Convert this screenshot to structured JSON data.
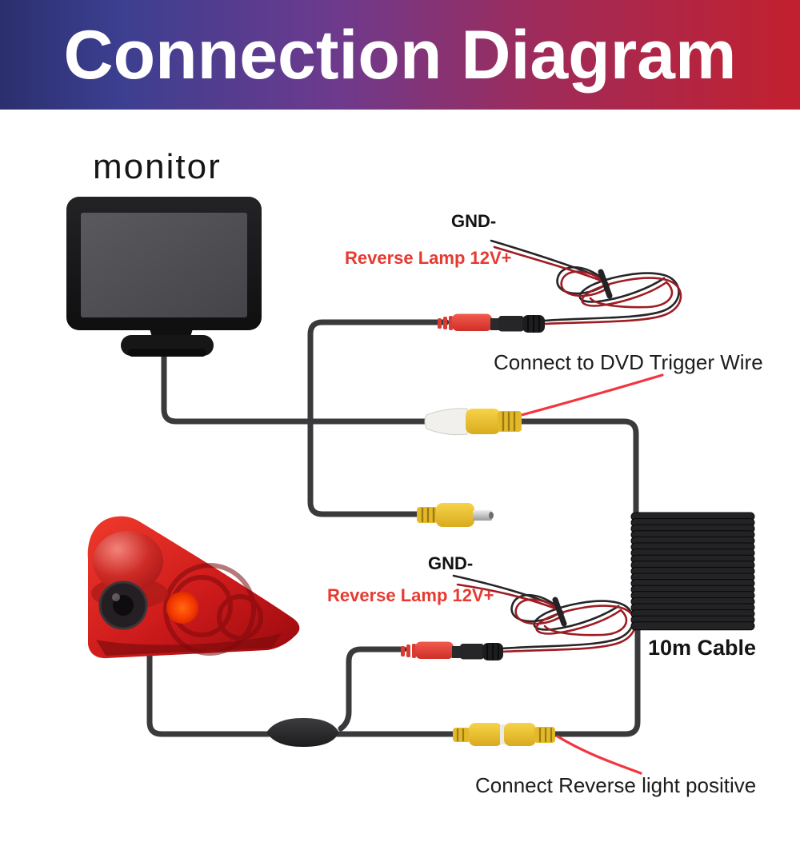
{
  "title": "Connection Diagram",
  "labels": {
    "monitor": "monitor",
    "gnd_top": "GND-",
    "reverse_lamp_top": "Reverse Lamp 12V+",
    "dvd_trigger_note": "Connect to DVD Trigger Wire",
    "gnd_bottom": "GND-",
    "reverse_lamp_bottom": "Reverse Lamp 12V+",
    "cable_length": "10m Cable",
    "reverse_light_note": "Connect Reverse light positive"
  },
  "colors": {
    "banner_gradient_left": "#2b2f6e",
    "banner_gradient_right": "#c2202e",
    "label_red": "#e63a30",
    "wire_black": "#3a3a3c",
    "trigger_wire_red": "#f2353f",
    "rca_yellow": "#eec52c",
    "dc_connector_red": "#e8473f",
    "camera_red": "#d31c1a"
  }
}
